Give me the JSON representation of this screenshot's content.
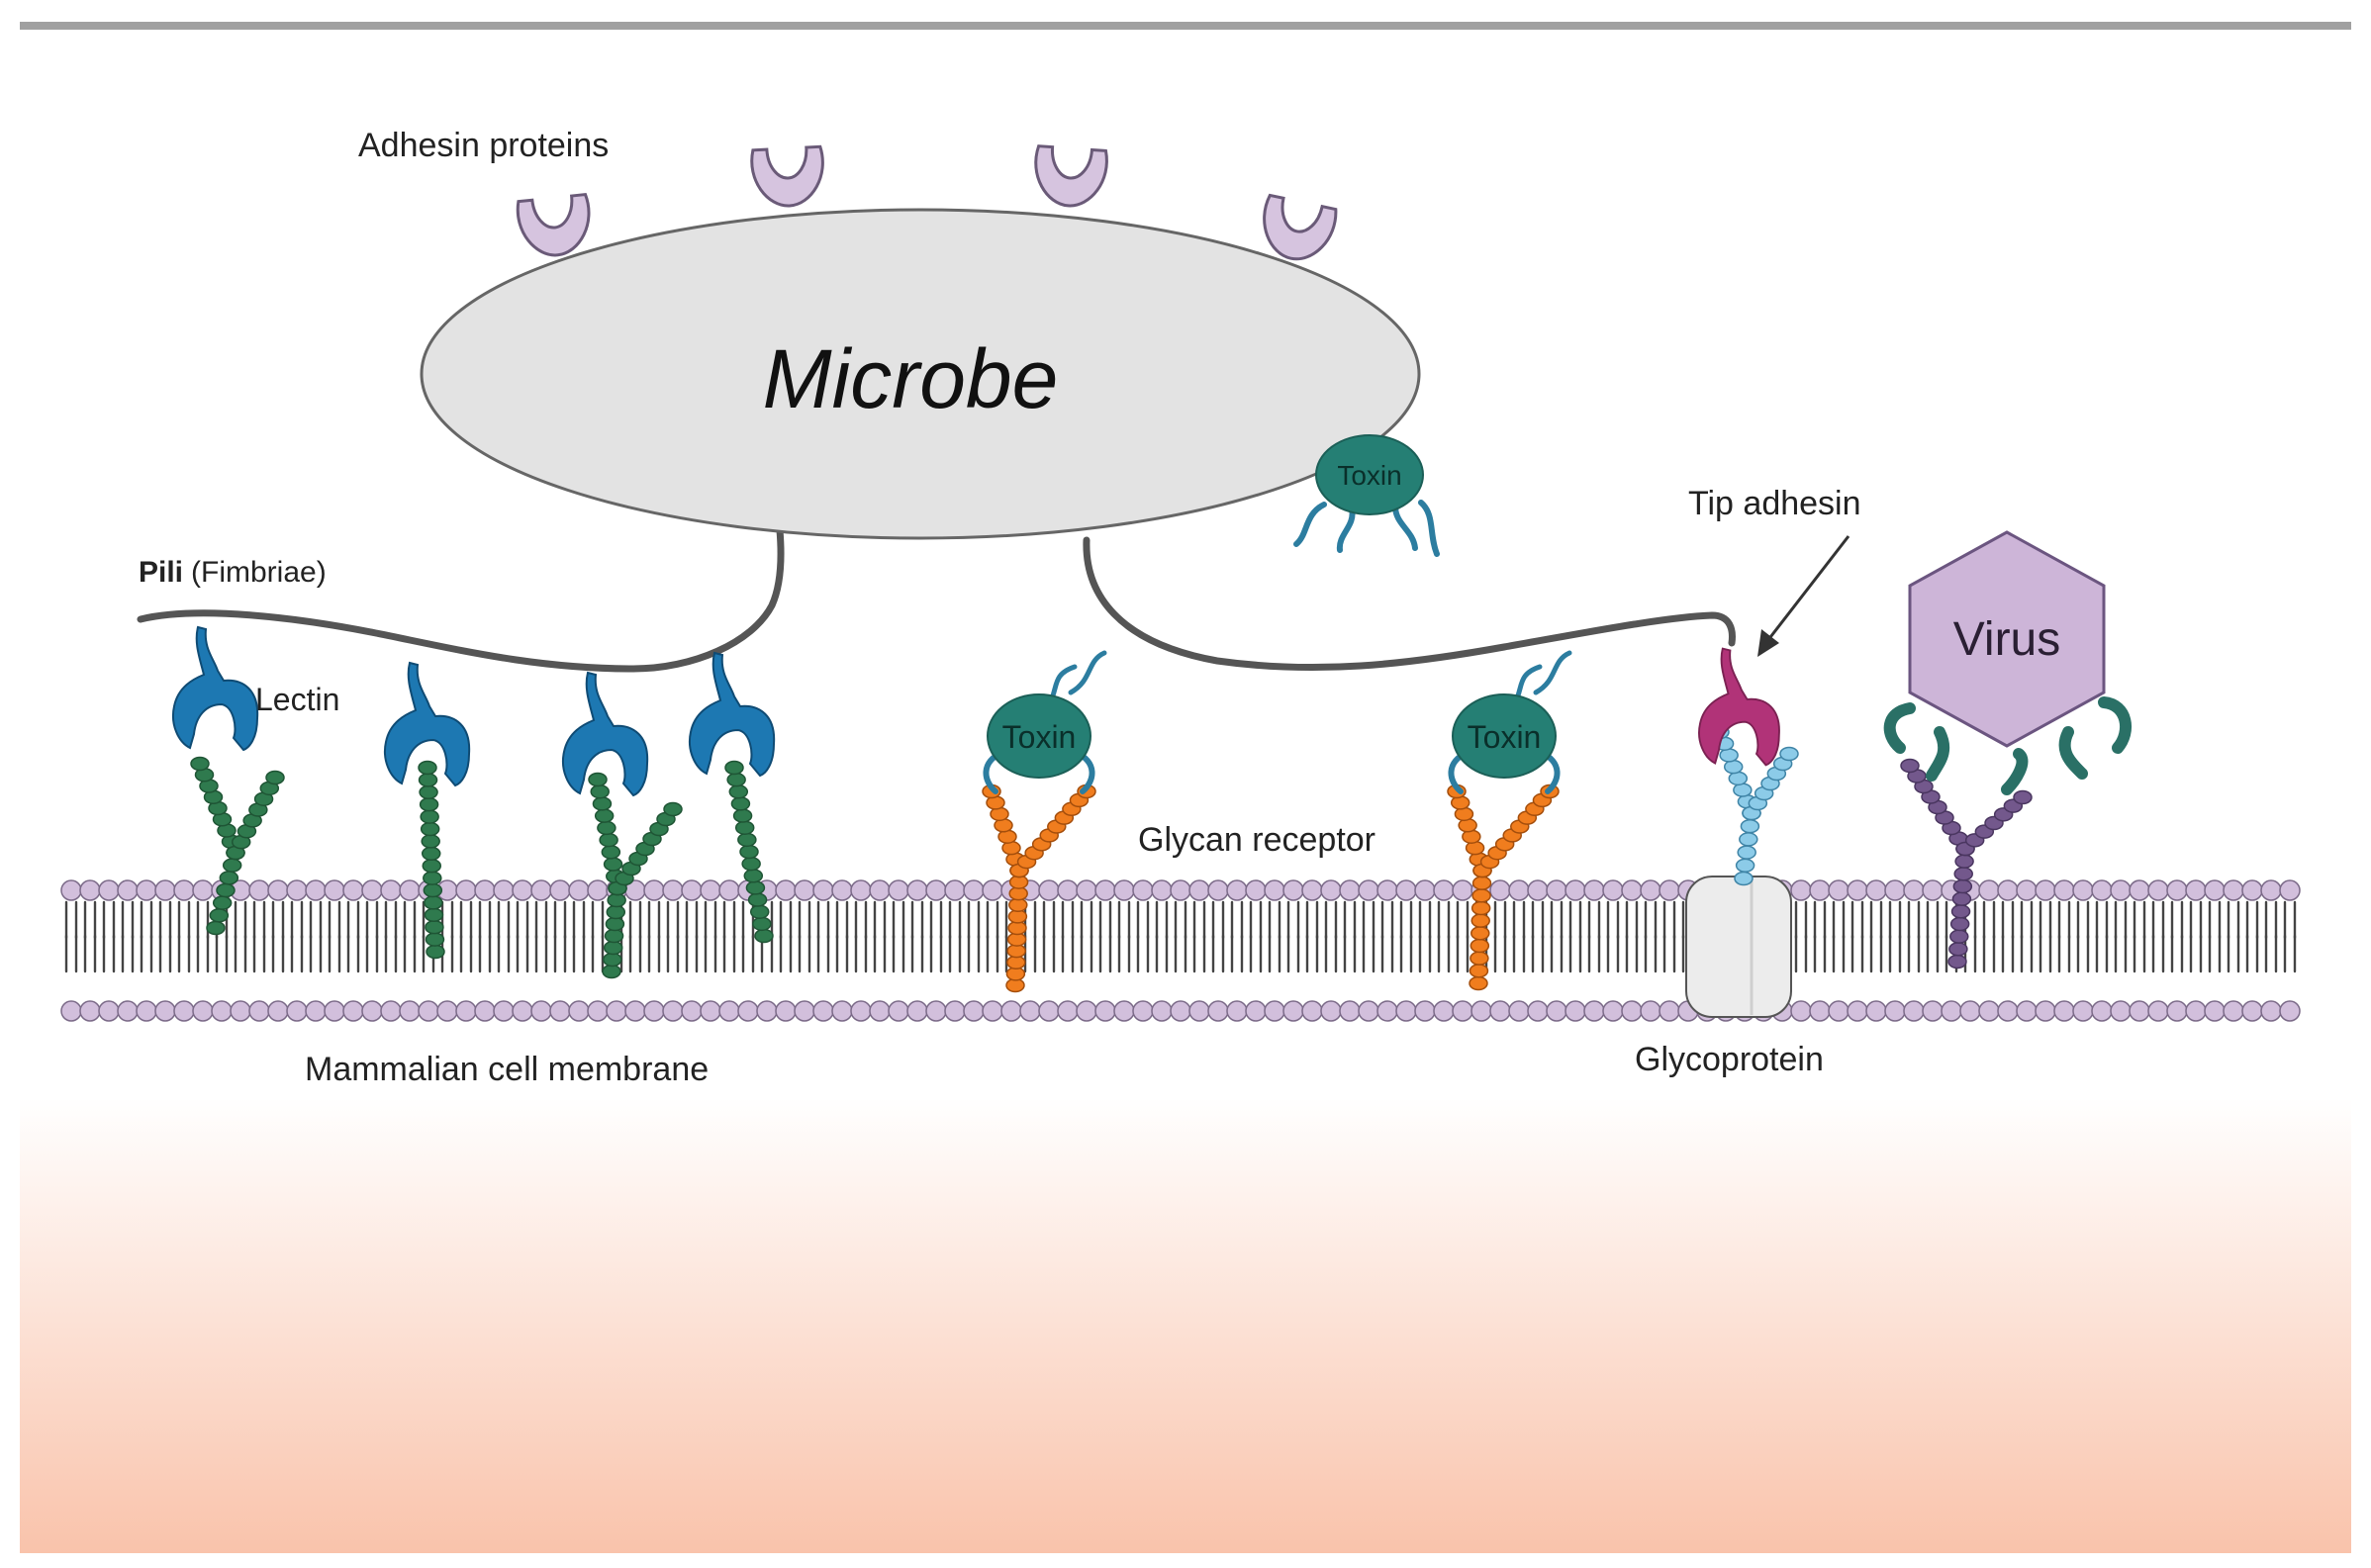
{
  "labels": {
    "adhesin_proteins": "Adhesin proteins",
    "microbe": "Microbe",
    "pili": "Pili",
    "fimbriae": "(Fimbriae)",
    "lectin": "Lectin",
    "toxin_attached": "Toxin",
    "toxin_left": "Toxin",
    "toxin_right": "Toxin",
    "tip_adhesin": "Tip adhesin",
    "virus": "Virus",
    "glycan_receptor": "Glycan receptor",
    "mammalian_cell_membrane": "Mammalian cell membrane",
    "glycoprotein": "Glycoprotein"
  },
  "colors": {
    "background_gradient_end": "#f9c3ab",
    "top_rule": "#a0a0a0",
    "microbe_fill": "#e3e3e3",
    "adhesin_fill": "#d6c4df",
    "lectin_blue": "#1d78b2",
    "glycan_green": "#2f7a4e",
    "toxin_teal": "#257f74",
    "glycan_orange": "#f07d1e",
    "tip_adhesin_magenta": "#b13378",
    "glycoprotein_receptor_lightblue": "#8ccbe8",
    "virus_fill": "#cdb5d8",
    "virus_receptor_purple": "#73588c",
    "lipid_head": "#d2bfdc",
    "glycoprotein_fill": "#ececec"
  }
}
